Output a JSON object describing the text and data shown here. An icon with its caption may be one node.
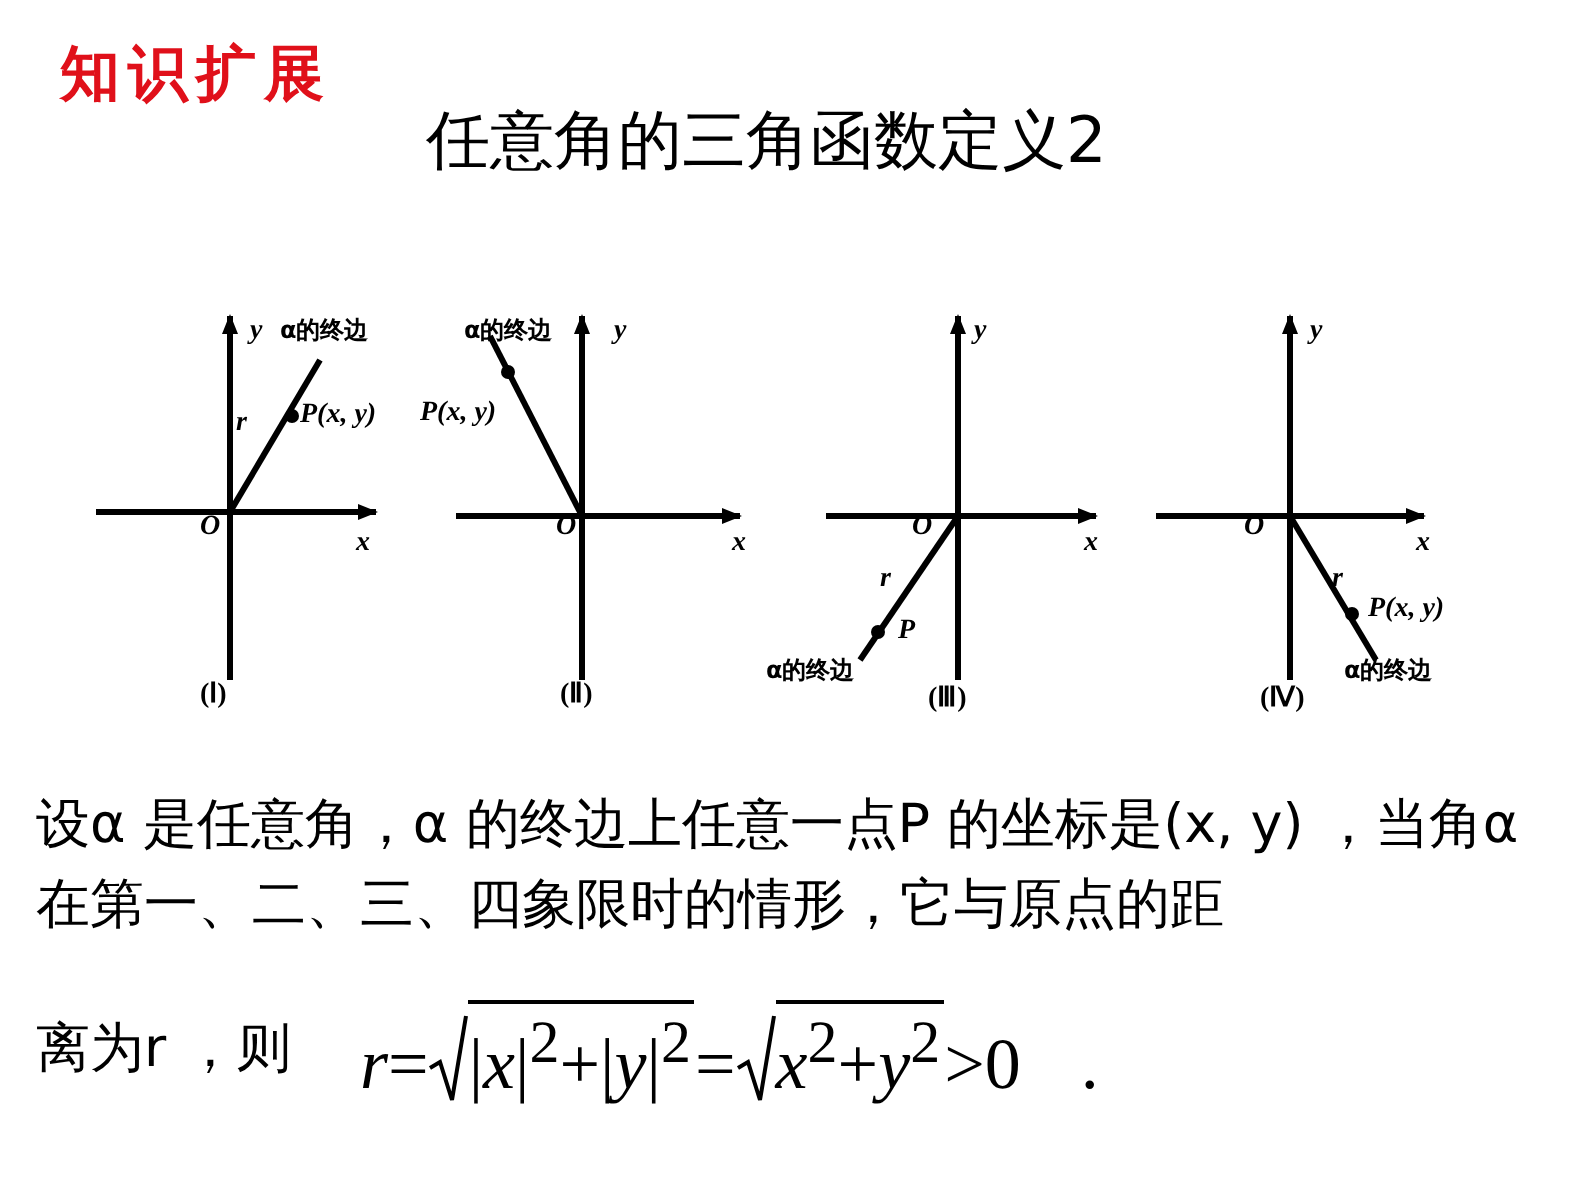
{
  "diagram": {
    "title": "任意角的三角函数定义2",
    "labels": [
      "知识扩展",
      "y",
      "α的终边",
      "r",
      "P(x, y)",
      "O",
      "x",
      "(Ⅰ)",
      "α的终边",
      "y",
      "P(x, y)",
      "O",
      "x",
      "(Ⅱ)",
      "y",
      "O",
      "x",
      "r",
      "P",
      "α的终边",
      "(Ⅲ)",
      "y",
      "O",
      "x",
      "r",
      "P(x, y)",
      "α的终边",
      "(Ⅳ)",
      "设α 是任意角，α 的终边上任意一点P 的坐标是(x, y) ，当角α 在第一、二、三、四象限时的情形，它与原点的距",
      "离为r ，则",
      "*r*=",
      "|*x*|$^{2}$+|*y*|$^{2}$",
      "=",
      "*x*$^{2}$+*y*$^{2}$",
      ">0",
      "."
    ]
  }
}
